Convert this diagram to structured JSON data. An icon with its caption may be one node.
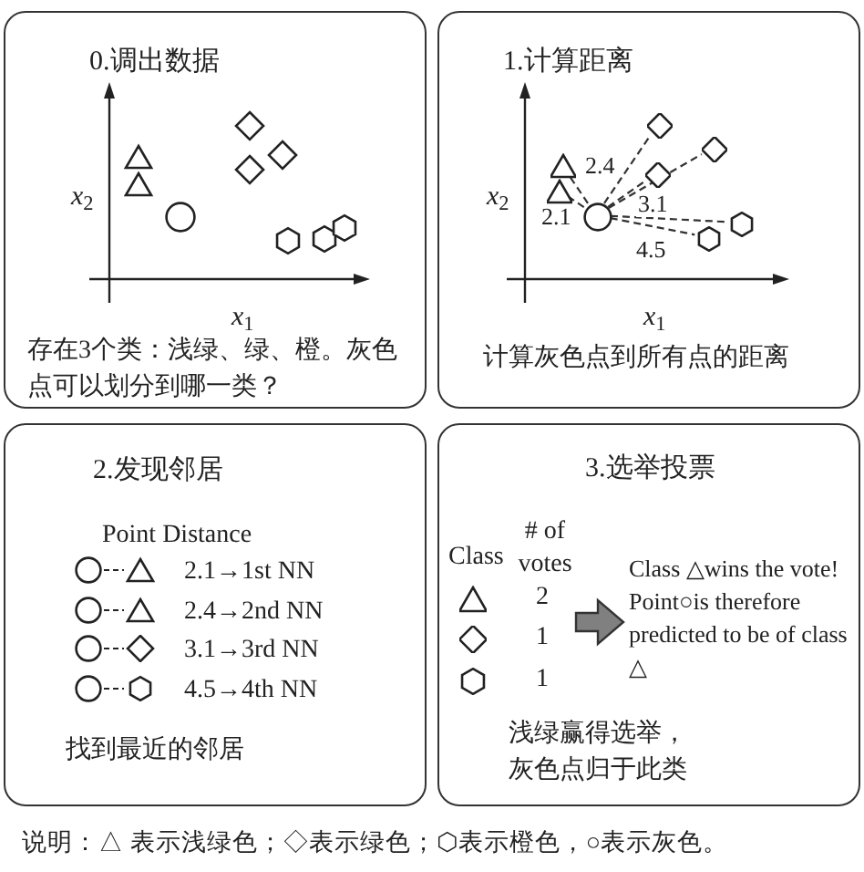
{
  "diagram": {
    "caption": "说明：△ 表示浅绿色；◇表示绿色；⬡表示橙色，○表示灰色。",
    "nodes": [
      {
        "text": [
          "0.调出数据",
          "*x*$_{2}$",
          "*x*$_{1}$",
          "存在3个类：浅绿、绿、橙。灰色点可以划分到哪一类？"
        ]
      },
      {
        "text": [
          "1.计算距离",
          "*x*$_{2}$",
          "*x*$_{1}$",
          "计算灰色点到所有点的距离"
        ]
      },
      {
        "text": [],
        "shape": "circle",
        "in": 1
      },
      {
        "text": [],
        "shape": "triangle",
        "in": 1
      },
      {
        "text": [],
        "shape": "triangle",
        "in": 1
      },
      {
        "text": [],
        "shape": "diamond",
        "in": 1
      },
      {
        "text": [],
        "shape": "diamond",
        "in": 1
      },
      {
        "text": [],
        "shape": "diamond",
        "in": 1
      },
      {
        "text": [],
        "shape": "hexagon",
        "in": 1
      },
      {
        "text": [],
        "shape": "hexagon",
        "in": 1
      },
      {
        "text": [
          "2.发现邻居",
          "Point Distance",
          "2.1→1st NN",
          "2.4→2nd NN",
          "3.1→3rd NN",
          "4.5→4th NN",
          "找到最近的邻居"
        ]
      },
      {
        "text": [
          "3.选举投票",
          "浅绿赢得选举，灰色点归于此类"
        ]
      },
      {
        "text": [
          "Class",
          "# of votes",
          "2",
          "1",
          "1"
        ],
        "in": 11
      },
      {
        "text": [
          "Class △wins the vote! Point○is therefore predicted to be of class △"
        ],
        "in": 11
      }
    ],
    "edges": [
      {
        "from": 2,
        "to": 3,
        "arrow": "none",
        "style": "dashed",
        "label": "2.4"
      },
      {
        "from": 2,
        "to": 4,
        "arrow": "none",
        "style": "dashed",
        "label": "2.1"
      },
      {
        "from": 2,
        "to": 5,
        "arrow": "none",
        "style": "dashed"
      },
      {
        "from": 2,
        "to": 6,
        "arrow": "none",
        "style": "dashed"
      },
      {
        "from": 2,
        "to": 7,
        "arrow": "none",
        "style": "dashed",
        "label": "3.1"
      },
      {
        "from": 2,
        "to": 8,
        "arrow": "none",
        "style": "dashed"
      },
      {
        "from": 2,
        "to": 9,
        "arrow": "none",
        "style": "dashed",
        "label": "4.5"
      },
      {
        "from": 12,
        "to": 13,
        "arrow": "to",
        "style": "thick",
        "color": "#808080"
      }
    ]
  }
}
